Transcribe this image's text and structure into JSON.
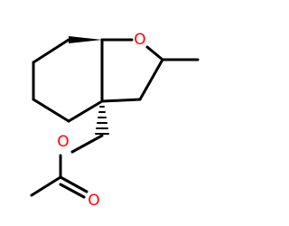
{
  "molecule": {
    "atoms": {
      "ring_oxygen": {
        "symbol": "O",
        "color": "#ff0000"
      },
      "ester_oxygen": {
        "symbol": "O",
        "color": "#ff0000"
      },
      "carbonyl_oxygen": {
        "symbol": "O",
        "color": "#ff0000"
      }
    },
    "bond_color": "#000000"
  }
}
